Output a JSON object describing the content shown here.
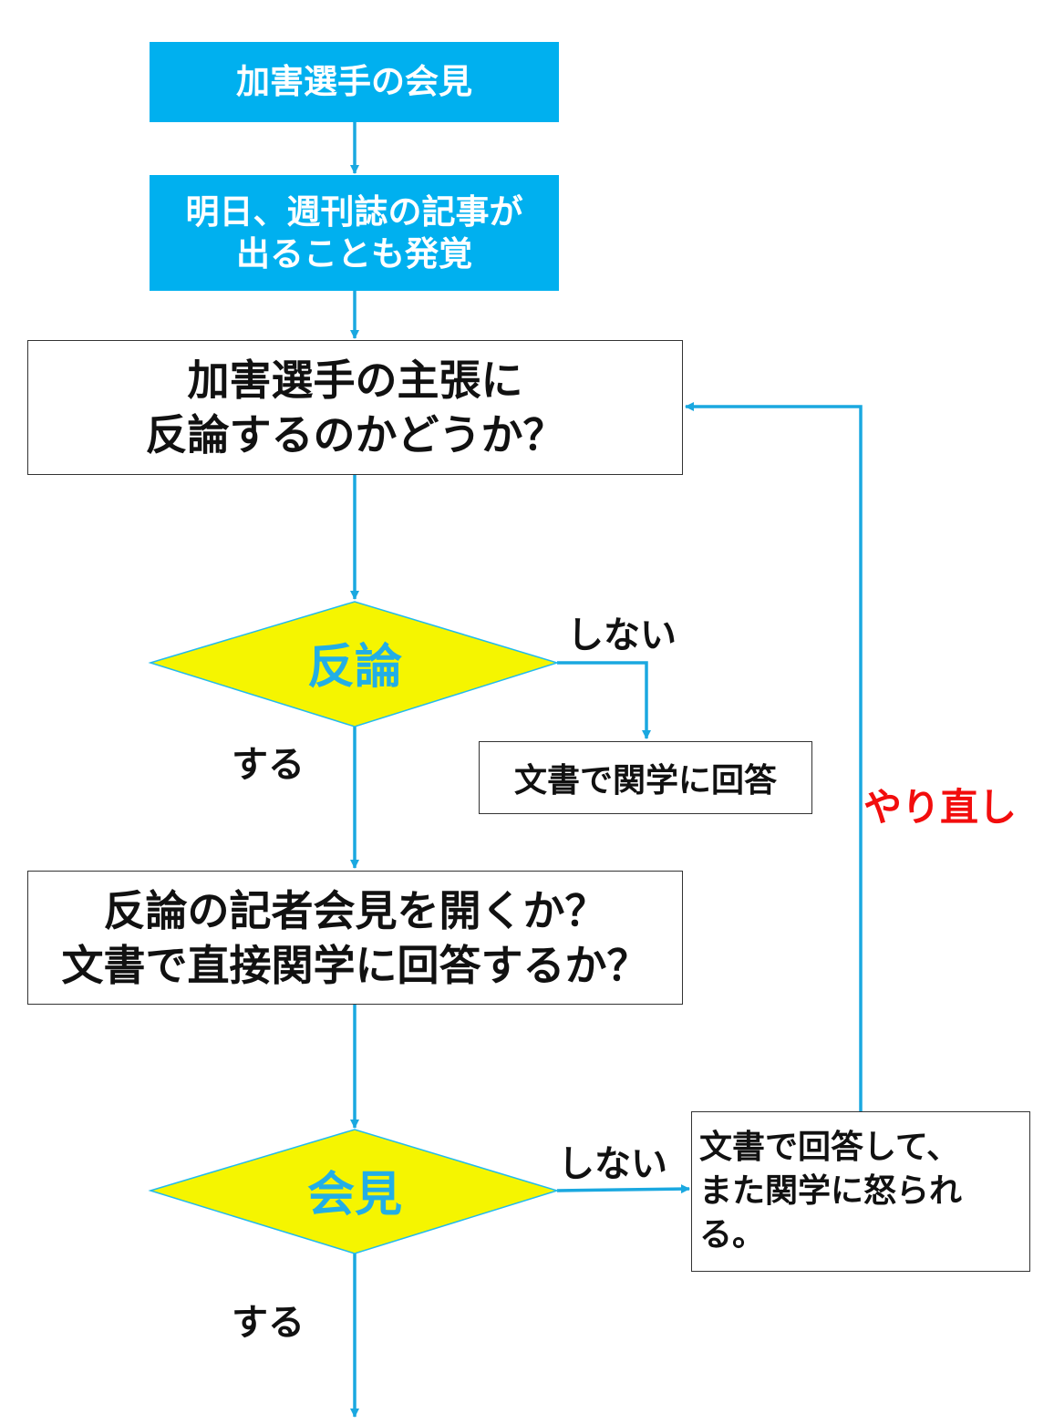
{
  "colors": {
    "accent_blue": "#00b0ef",
    "diamond_fill": "#f5f500",
    "arrow": "#1aa8e0",
    "redo_red": "#f20d0d",
    "text_dark": "#111111"
  },
  "steps": {
    "press_conference": "加害選手の会見",
    "tabloid_line1": "明日、週刊誌の記事が",
    "tabloid_line2": "出ることも発覚",
    "question1_line1": "加害選手の主張に",
    "question1_line2": "反論するのかどうか？",
    "question2_line1": "反論の記者会見を開くか？",
    "question2_line2": "文書で直接関学に回答するか？"
  },
  "decisions": {
    "rebut": "反論",
    "conference": "会見"
  },
  "outcomes": {
    "document_reply": "文書で関学に回答",
    "angered_line1": "文書で回答して、",
    "angered_line2": "また関学に怒られ",
    "angered_line3": "る。"
  },
  "edge_labels": {
    "no_1": "しない",
    "yes_1": "する",
    "no_2": "しない",
    "yes_2": "する",
    "redo": "やり直し"
  }
}
